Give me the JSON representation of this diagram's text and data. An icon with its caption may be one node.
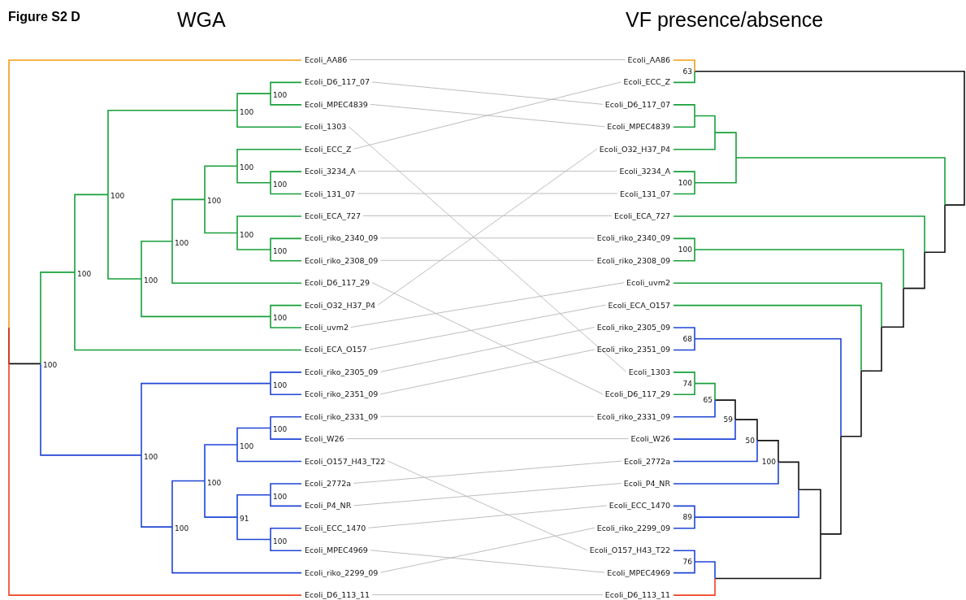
{
  "diagram": {
    "title": "Figure S2 D",
    "nodes": [
      {
        "text": [
          "Ecoli_AA86"
        ]
      },
      {
        "text": [
          "Ecoli_D6_117_07"
        ]
      },
      {
        "text": [
          "Ecoli_MPEC4839"
        ]
      },
      {
        "text": [
          "Ecoli_1303"
        ]
      },
      {
        "text": [
          "Ecoli_ECC_Z"
        ]
      },
      {
        "text": [
          "Ecoli_3234_A"
        ]
      },
      {
        "text": [
          "Ecoli_131_07"
        ]
      },
      {
        "text": [
          "Ecoli_ECA_727"
        ]
      },
      {
        "text": [
          "Ecoli_riko_2340_09"
        ]
      },
      {
        "text": [
          "Ecoli_riko_2308_09"
        ]
      },
      {
        "text": [
          "Ecoli_D6_117_29"
        ]
      },
      {
        "text": [
          "Ecoli_O32_H37_P4"
        ]
      },
      {
        "text": [
          "Ecoli_uvm2"
        ]
      },
      {
        "text": [
          "Ecoli_ECA_O157"
        ]
      },
      {
        "text": [
          "Ecoli_riko_2305_09"
        ]
      },
      {
        "text": [
          "Ecoli_riko_2351_09"
        ]
      },
      {
        "text": [
          "Ecoli_riko_2331_09"
        ]
      },
      {
        "text": [
          "Ecoli_W26"
        ]
      },
      {
        "text": [
          "Ecoli_O157_H43_T22"
        ]
      },
      {
        "text": [
          "Ecoli_2772a"
        ]
      },
      {
        "text": [
          "Ecoli_P4_NR"
        ]
      },
      {
        "text": [
          "Ecoli_ECC_1470"
        ]
      },
      {
        "text": [
          "Ecoli_MPEC4969"
        ]
      },
      {
        "text": [
          "Ecoli_riko_2299_09"
        ]
      },
      {
        "text": [
          "Ecoli_D6_113_11"
        ]
      },
      {
        "text": [
          "Ecoli_AA86"
        ]
      },
      {
        "text": [
          "Ecoli_ECC_Z"
        ]
      },
      {
        "text": [
          "Ecoli_D6_117_07"
        ]
      },
      {
        "text": [
          "Ecoli_MPEC4839"
        ]
      },
      {
        "text": [
          "Ecoli_O32_H37_P4"
        ]
      },
      {
        "text": [
          "Ecoli_3234_A"
        ]
      },
      {
        "text": [
          "Ecoli_131_07"
        ]
      },
      {
        "text": [
          "Ecoli_ECA_727"
        ]
      },
      {
        "text": [
          "Ecoli_riko_2340_09"
        ]
      },
      {
        "text": [
          "Ecoli_riko_2308_09"
        ]
      },
      {
        "text": [
          "Ecoli_uvm2"
        ]
      },
      {
        "text": [
          "Ecoli_ECA_O157"
        ]
      },
      {
        "text": [
          "Ecoli_riko_2305_09"
        ]
      },
      {
        "text": [
          "Ecoli_riko_2351_09"
        ]
      },
      {
        "text": [
          "Ecoli_1303"
        ]
      },
      {
        "text": [
          "Ecoli_D6_117_29"
        ]
      },
      {
        "text": [
          "Ecoli_riko_2331_09"
        ]
      },
      {
        "text": [
          "Ecoli_W26"
        ]
      },
      {
        "text": [
          "Ecoli_2772a"
        ]
      },
      {
        "text": [
          "Ecoli_P4_NR"
        ]
      },
      {
        "text": [
          "Ecoli_ECC_1470"
        ]
      },
      {
        "text": [
          "Ecoli_riko_2299_09"
        ]
      },
      {
        "text": [
          "Ecoli_O157_H43_T22"
        ]
      },
      {
        "text": [
          "Ecoli_MPEC4969"
        ]
      },
      {
        "text": [
          "Ecoli_D6_113_11"
        ]
      }
    ],
    "edges": [
      {
        "from": 0,
        "to": 25,
        "arrow": "none"
      },
      {
        "from": 1,
        "to": 27,
        "arrow": "none"
      },
      {
        "from": 2,
        "to": 28,
        "arrow": "none"
      },
      {
        "from": 3,
        "to": 39,
        "arrow": "none"
      },
      {
        "from": 4,
        "to": 26,
        "arrow": "none"
      },
      {
        "from": 5,
        "to": 30,
        "arrow": "none"
      },
      {
        "from": 6,
        "to": 31,
        "arrow": "none"
      },
      {
        "from": 7,
        "to": 32,
        "arrow": "none"
      },
      {
        "from": 8,
        "to": 33,
        "arrow": "none"
      },
      {
        "from": 9,
        "to": 34,
        "arrow": "none"
      },
      {
        "from": 10,
        "to": 40,
        "arrow": "none"
      },
      {
        "from": 11,
        "to": 29,
        "arrow": "none"
      },
      {
        "from": 12,
        "to": 35,
        "arrow": "none"
      },
      {
        "from": 13,
        "to": 36,
        "arrow": "none"
      },
      {
        "from": 14,
        "to": 37,
        "arrow": "none"
      },
      {
        "from": 15,
        "to": 38,
        "arrow": "none"
      },
      {
        "from": 16,
        "to": 41,
        "arrow": "none"
      },
      {
        "from": 17,
        "to": 42,
        "arrow": "none"
      },
      {
        "from": 18,
        "to": 47,
        "arrow": "none"
      },
      {
        "from": 19,
        "to": 43,
        "arrow": "none"
      },
      {
        "from": 20,
        "to": 44,
        "arrow": "none"
      },
      {
        "from": 21,
        "to": 45,
        "arrow": "none"
      },
      {
        "from": 22,
        "to": 48,
        "arrow": "none"
      },
      {
        "from": 23,
        "to": 46,
        "arrow": "none"
      },
      {
        "from": 24,
        "to": 49,
        "arrow": "none"
      }
    ],
    "labels": [
      "WGA",
      "VF presence/absence",
      "100",
      "100",
      "100",
      "100",
      "100",
      "100",
      "100",
      "100",
      "100",
      "100",
      "100",
      "100",
      "100",
      "100",
      "100",
      "100",
      "100",
      "100",
      "100",
      "91",
      "100",
      "100",
      "63",
      "100",
      "100",
      "68",
      "74",
      "65",
      "59",
      "50",
      "100",
      "89",
      "76"
    ]
  }
}
